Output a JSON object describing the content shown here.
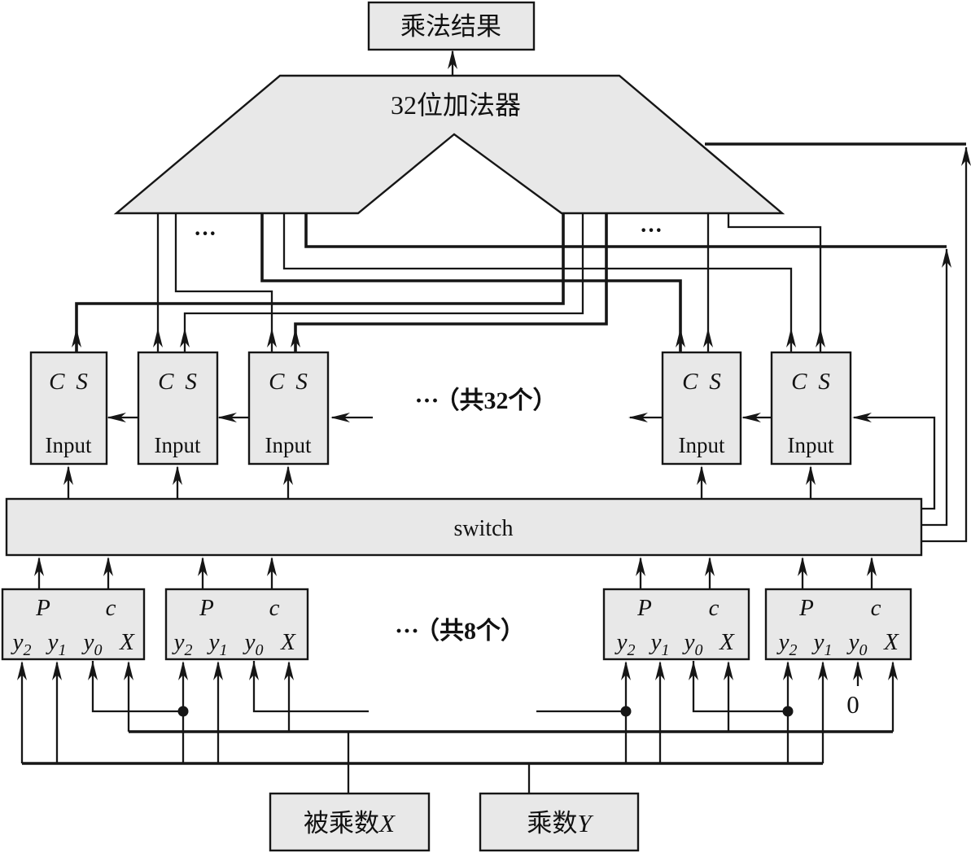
{
  "figure": {
    "title_box": "乘法结果",
    "adder_label": "32位加法器",
    "switch_label": "switch",
    "multiplicand": {
      "text": "被乘数",
      "var": "X"
    },
    "multiplier": {
      "text": "乘数",
      "var": "Y"
    },
    "cs_unit": {
      "c": "C",
      "s": "S",
      "input": "Input"
    },
    "decoder": {
      "p": "P",
      "c": "c",
      "inputs": [
        {
          "base": "y",
          "sub": "2"
        },
        {
          "base": "y",
          "sub": "1"
        },
        {
          "base": "y",
          "sub": "0"
        },
        {
          "base": "X",
          "sub": ""
        }
      ]
    },
    "annotations": {
      "cs_count_dots": "···",
      "cs_count": "（共32个）",
      "decoder_count_dots": "···",
      "decoder_count": "（共8个）",
      "adder_dots_left": "···",
      "adder_dots_right": "···",
      "zero": "0"
    },
    "colors": {
      "box_fill": "#e8e8e8",
      "line": "#161616"
    }
  }
}
